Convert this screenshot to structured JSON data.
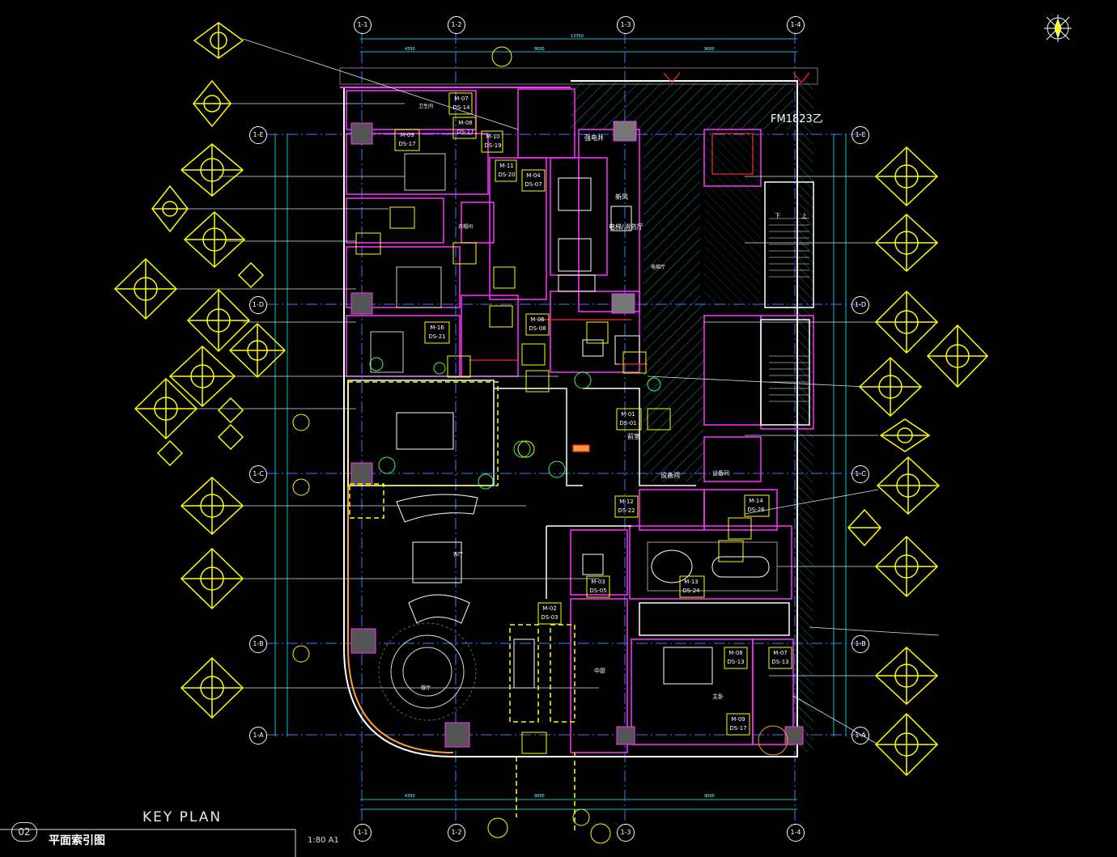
{
  "title": {
    "key_plan": "KEY PLAN",
    "cn_title": "平面索引图",
    "scale": "1:80  A1",
    "sheet_no": "02"
  },
  "fm_label": "FM1823乙",
  "grid_top": [
    "1-1",
    "1-2",
    "1-3",
    "1-4"
  ],
  "grid_side": [
    "1-E",
    "1-D",
    "1-C",
    "1-B",
    "1-A"
  ],
  "dims": {
    "top_total": "13350",
    "top_segments": [
      "4350",
      "9000",
      "9000"
    ],
    "bottom_segments": [
      "4350",
      "9000",
      "9000"
    ]
  },
  "room_labels": [
    "卫生间",
    "衣帽间",
    "电梯厅",
    "强电井",
    "新风",
    "电梯/消防厅",
    "前室",
    "设备间",
    "中厨",
    "主卧",
    "客厅",
    "餐厅",
    "设备间",
    "上",
    "下"
  ],
  "elev_tags": [
    {
      "code": "M-07",
      "ref": "DS-14"
    },
    {
      "code": "M-08",
      "ref": "DS-17"
    },
    {
      "code": "M-09",
      "ref": "DS-17"
    },
    {
      "code": "M-10",
      "ref": "DS-19"
    },
    {
      "code": "M-11",
      "ref": "DS-20"
    },
    {
      "code": "M-04",
      "ref": "DS-07"
    },
    {
      "code": "M-06",
      "ref": "DS-08"
    },
    {
      "code": "M-16",
      "ref": "DS-21"
    },
    {
      "code": "M-01",
      "ref": "DS-01"
    },
    {
      "code": "M-12",
      "ref": "DS-22"
    },
    {
      "code": "M-14",
      "ref": "DS-26"
    },
    {
      "code": "M-13",
      "ref": "DS-24"
    },
    {
      "code": "M-03",
      "ref": "DS-05"
    },
    {
      "code": "M-02",
      "ref": "DS-03"
    },
    {
      "code": "M-08",
      "ref": "DS-13"
    },
    {
      "code": "M-07",
      "ref": "DS-13"
    },
    {
      "code": "M-09",
      "ref": "DS-17"
    }
  ],
  "colors": {
    "bg": "#000000",
    "grid": "#3a7bff",
    "wall": "#ffffff",
    "accent": "#ffff00",
    "magenta": "#ff33ff",
    "red": "#ff2a2a",
    "cyan": "#00e5ff",
    "green": "#33ff66",
    "orange": "#ff9933"
  },
  "icons": [
    "compass-icon",
    "index-diamond-icon",
    "grid-bubble-icon"
  ]
}
